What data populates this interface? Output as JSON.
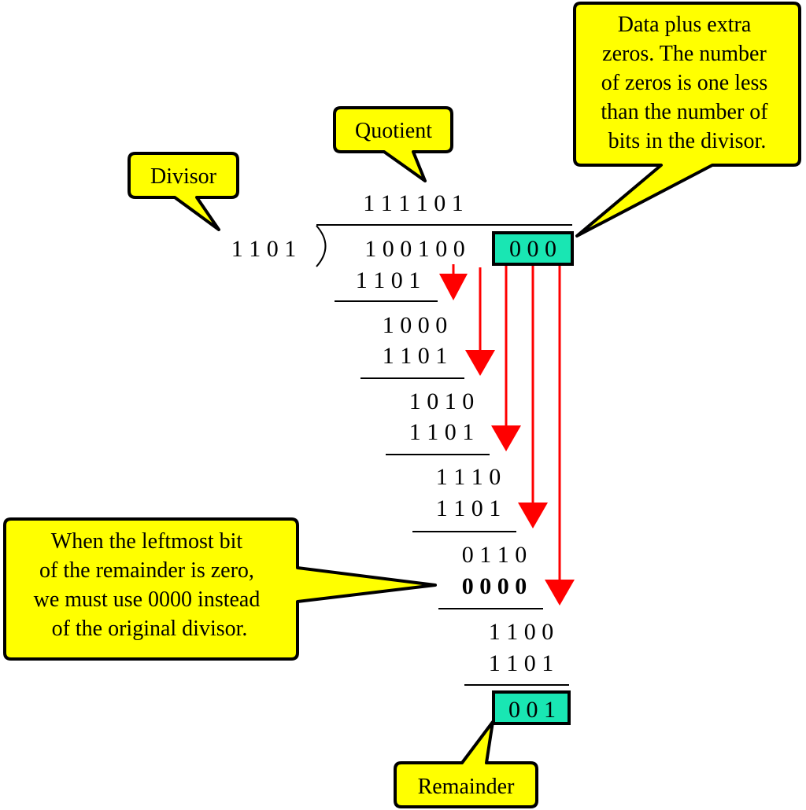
{
  "division": {
    "divisor": "1 1 0 1",
    "quotient": "1 1 1 1 0 1",
    "dividend_data": "1 0 0 1 0 0",
    "dividend_zeros": "0 0 0",
    "steps": [
      {
        "subtrahend": "1 1 0 1",
        "result": "1 0 0 0"
      },
      {
        "subtrahend": "1 1 0 1",
        "result": "1 0 1 0"
      },
      {
        "subtrahend": "1 1 0 1",
        "result": "1 1 1 0"
      },
      {
        "subtrahend": "1 1 0 1",
        "result": "0 1 1 0"
      },
      {
        "subtrahend": "0 0 0 0",
        "result": "1 1 0 0"
      },
      {
        "subtrahend": "1 1 0 1",
        "result": ""
      }
    ],
    "remainder": "0 0 1"
  },
  "callouts": {
    "divisor": "Divisor",
    "quotient": "Quotient",
    "remainder": "Remainder",
    "data_zeros": [
      "Data plus extra",
      "zeros.  The number",
      "of zeros is one less",
      "than the number of",
      "bits in the divisor."
    ],
    "zero_rule": [
      "When the leftmost bit",
      "of the remainder is zero,",
      "we must use 0000 instead",
      "of the original divisor."
    ]
  },
  "colors": {
    "callout_fill": "#ffff00",
    "highlight_fill": "#19e6b3",
    "arrow_color": "#ff0000"
  }
}
